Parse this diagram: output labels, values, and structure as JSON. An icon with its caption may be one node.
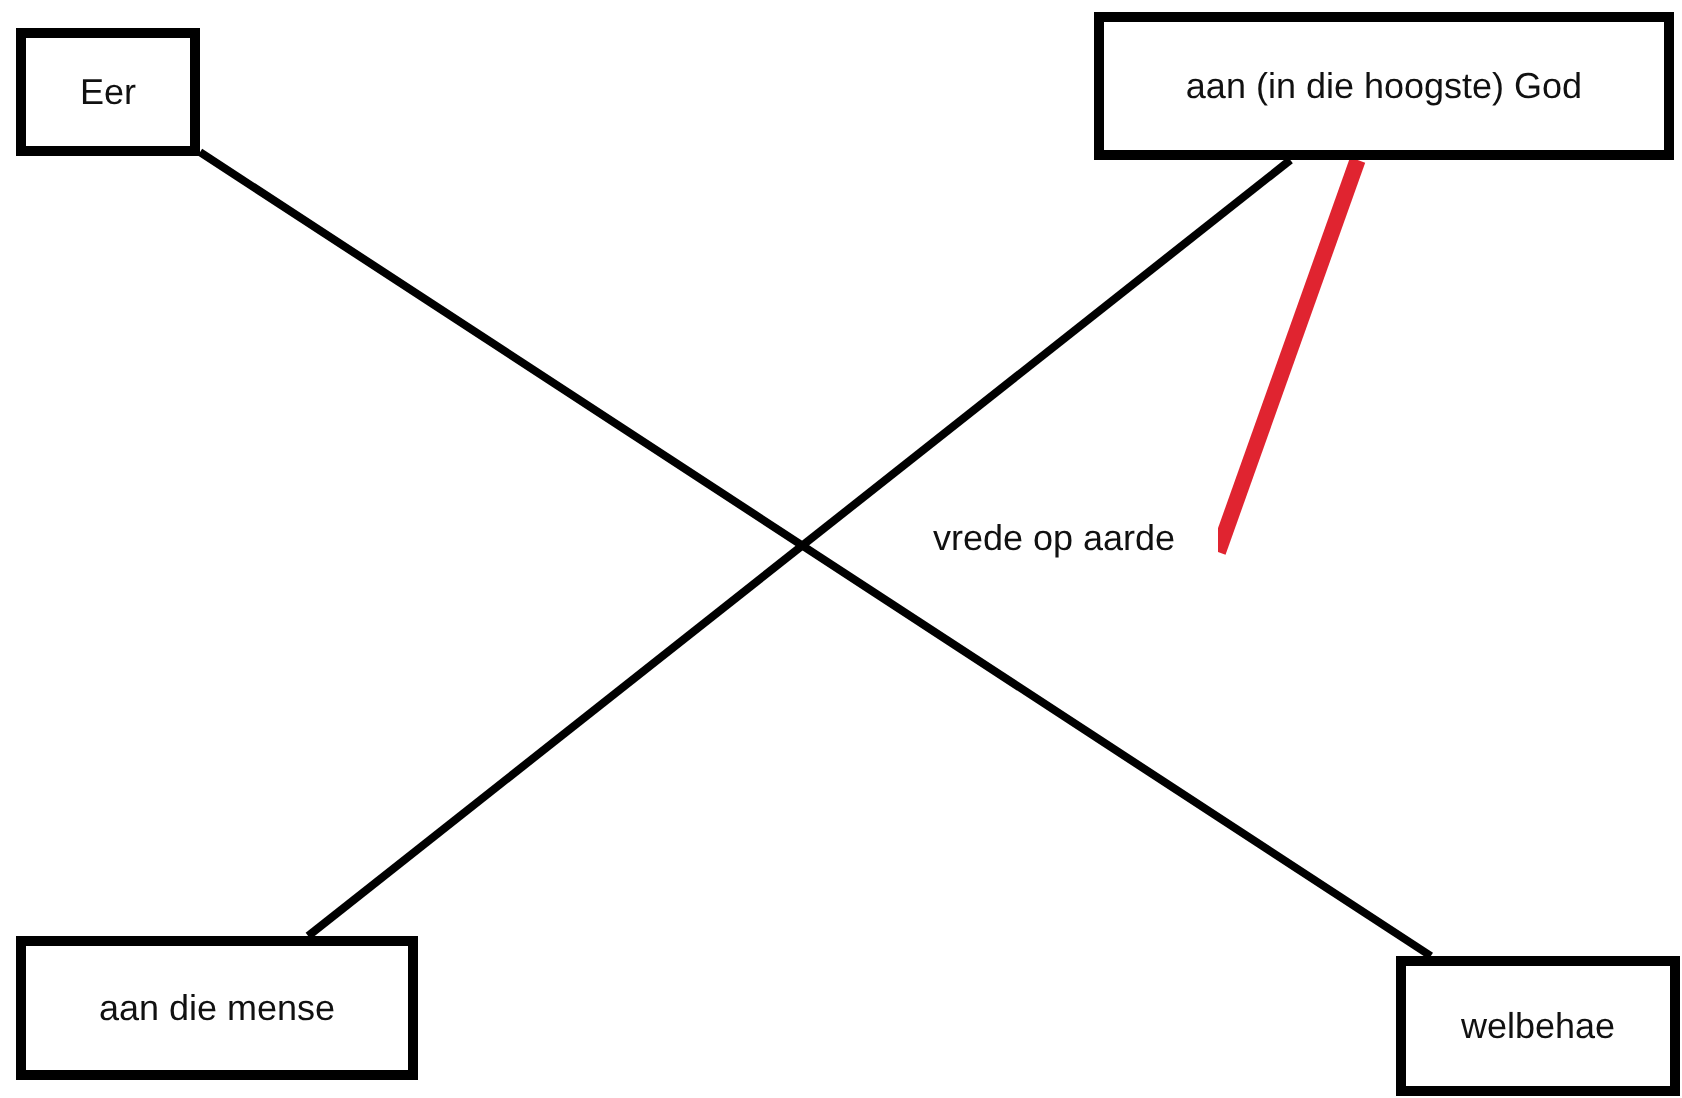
{
  "diagram": {
    "nodes": [
      {
        "text": [
          "Eer"
        ]
      },
      {
        "text": [
          "aan (in die hoogste) God"
        ]
      },
      {
        "text": [
          "vrede op aarde"
        ]
      },
      {
        "text": [
          "aan die mense"
        ]
      },
      {
        "text": [
          "welbehae"
        ]
      }
    ],
    "edges": [
      {
        "from": 0,
        "to": 4,
        "arrow": "none"
      },
      {
        "from": 3,
        "to": 1,
        "arrow": "none"
      },
      {
        "from": 2,
        "to": 1,
        "arrow": "none",
        "style": "thick",
        "color": "#e02430"
      }
    ]
  }
}
